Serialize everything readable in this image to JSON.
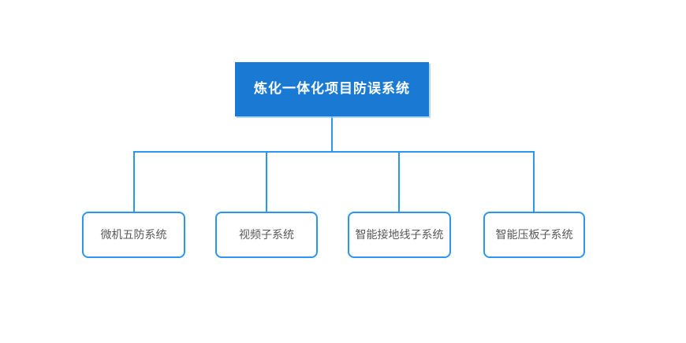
{
  "diagram": {
    "root": {
      "label": "炼化一体化项目防误系统"
    },
    "children": [
      {
        "label": "微机五防系统"
      },
      {
        "label": "视频子系统"
      },
      {
        "label": "智能接地线子系统"
      },
      {
        "label": "智能压板子系统"
      }
    ],
    "colors": {
      "root_fill": "#1A7AD3",
      "root_text": "#FFFFFF",
      "connector": "#2B95EF",
      "child_border": "#2B95EF",
      "child_text": "#595959",
      "canvas_background": "#FFFFFF"
    }
  }
}
